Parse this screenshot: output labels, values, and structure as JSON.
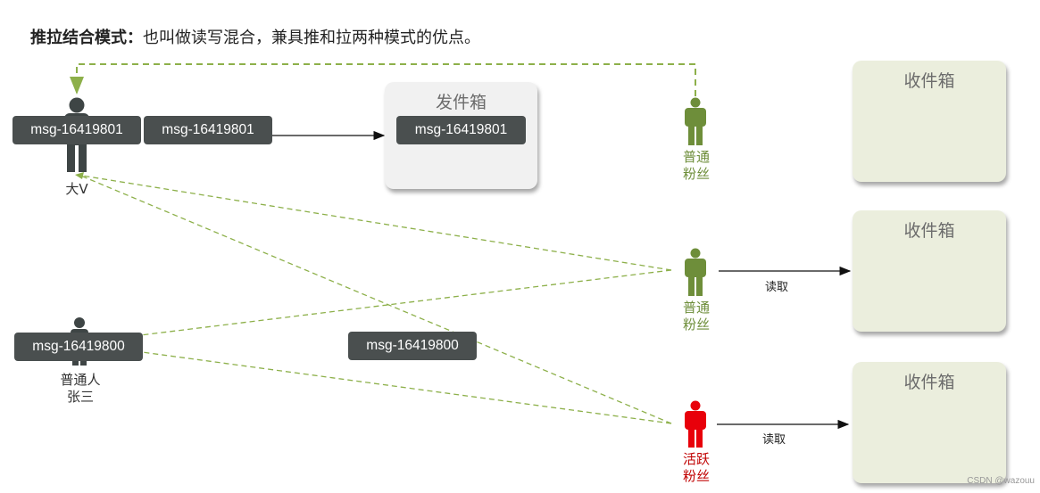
{
  "title": {
    "bold": "推拉结合模式：",
    "rest": "也叫做读写混合，兼具推和拉两种模式的优点。"
  },
  "big_v": {
    "label": "大V",
    "msg_on_icon": "msg-16419801",
    "msg_sent": "msg-16419801"
  },
  "outbox": {
    "title": "发件箱",
    "msg": "msg-16419801"
  },
  "ordinary_user": {
    "label_line1": "普通人",
    "label_line2": "张三",
    "msg_on_icon": "msg-16419800"
  },
  "floating_msg": "msg-16419800",
  "fans": [
    {
      "line1": "普通",
      "line2": "粉丝",
      "color": "#6e8e3a"
    },
    {
      "line1": "普通",
      "line2": "粉丝",
      "color": "#6e8e3a",
      "read": "读取"
    },
    {
      "line1": "活跃",
      "line2": "粉丝",
      "color": "#c00000",
      "read": "读取"
    }
  ],
  "inboxes": [
    {
      "title": "收件箱"
    },
    {
      "title": "收件箱"
    },
    {
      "title": "收件箱"
    }
  ],
  "colors": {
    "dashed": "#8db04a",
    "msg_bg": "#4a4f4f",
    "person_gray": "#3e4545",
    "active_red": "#e8000a"
  },
  "watermark": "CSDN @wazouu"
}
